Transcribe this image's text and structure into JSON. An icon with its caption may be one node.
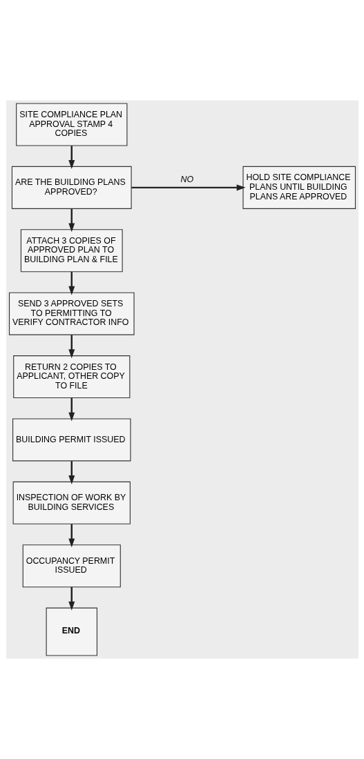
{
  "diagram": {
    "nodes": [
      {
        "text": [
          "SITE COMPLIANCE PLAN APPROVAL STAMP 4 COPIES"
        ]
      },
      {
        "text": [
          "ARE THE BUILDING PLANS APPROVED?"
        ]
      },
      {
        "text": [
          "HOLD SITE COMPLIANCE PLANS UNTIL BUILDING PLANS ARE APPROVED"
        ]
      },
      {
        "text": [
          "ATTACH 3 COPIES OF APPROVED PLAN TO BUILDING PLAN & FILE"
        ]
      },
      {
        "text": [
          "SEND 3 APPROVED SETS TO PERMITTING TO VERIFY CONTRACTOR INFO"
        ]
      },
      {
        "text": [
          "RETURN 2 COPIES TO APPLICANT, OTHER COPY TO FILE"
        ]
      },
      {
        "text": [
          "BUILDING PERMIT ISSUED"
        ]
      },
      {
        "text": [
          "INSPECTION OF WORK BY BUILDING SERVICES"
        ]
      },
      {
        "text": [
          "OCCUPANCY PERMIT ISSUED"
        ]
      },
      {
        "text": [
          "END"
        ]
      }
    ],
    "edges": [
      {
        "from": 0,
        "to": 1,
        "arrow": "to"
      },
      {
        "from": 1,
        "to": 2,
        "arrow": "to",
        "label": "NO"
      },
      {
        "from": 1,
        "to": 3,
        "arrow": "to"
      },
      {
        "from": 3,
        "to": 4,
        "arrow": "to"
      },
      {
        "from": 4,
        "to": 5,
        "arrow": "to"
      },
      {
        "from": 5,
        "to": 6,
        "arrow": "to"
      },
      {
        "from": 6,
        "to": 7,
        "arrow": "to"
      },
      {
        "from": 7,
        "to": 8,
        "arrow": "to"
      },
      {
        "from": 8,
        "to": 9,
        "arrow": "to"
      }
    ]
  }
}
